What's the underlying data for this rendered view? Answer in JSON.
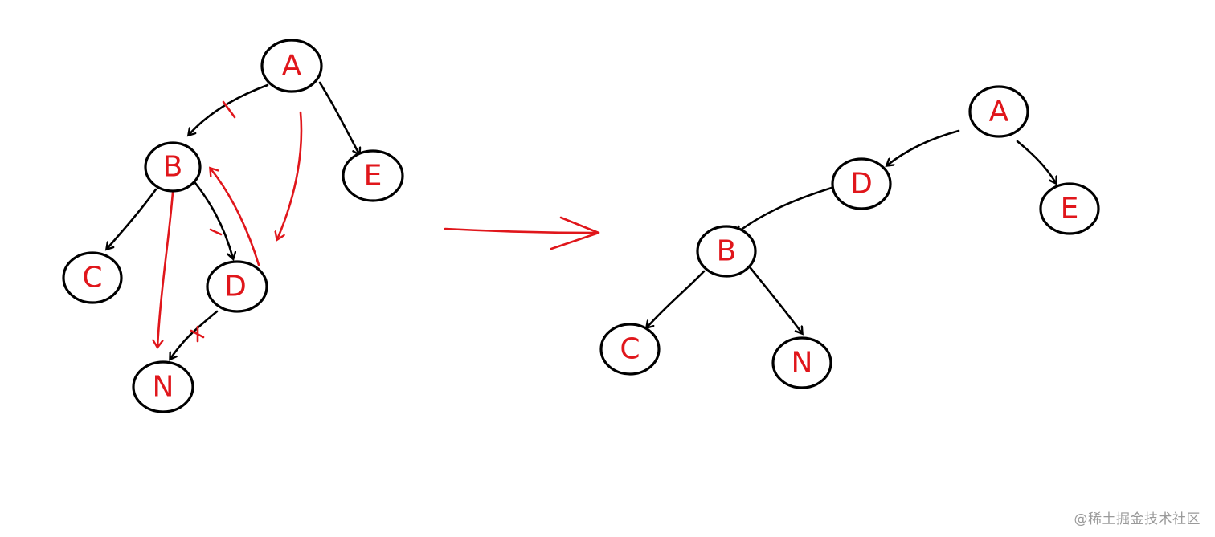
{
  "left_tree": {
    "nodes": [
      {
        "id": "A",
        "label": "A"
      },
      {
        "id": "B",
        "label": "B"
      },
      {
        "id": "E",
        "label": "E"
      },
      {
        "id": "C",
        "label": "C"
      },
      {
        "id": "D",
        "label": "D"
      },
      {
        "id": "N",
        "label": "N"
      }
    ],
    "edges": [
      {
        "from": "A",
        "to": "B",
        "crossed": true
      },
      {
        "from": "A",
        "to": "E",
        "crossed": false
      },
      {
        "from": "B",
        "to": "C",
        "crossed": false
      },
      {
        "from": "B",
        "to": "D",
        "crossed": true
      },
      {
        "from": "D",
        "to": "N",
        "crossed": true
      }
    ]
  },
  "right_tree": {
    "nodes": [
      {
        "id": "A",
        "label": "A"
      },
      {
        "id": "D",
        "label": "D"
      },
      {
        "id": "E",
        "label": "E"
      },
      {
        "id": "B",
        "label": "B"
      },
      {
        "id": "C",
        "label": "C"
      },
      {
        "id": "N",
        "label": "N"
      }
    ],
    "edges": [
      {
        "from": "A",
        "to": "D"
      },
      {
        "from": "A",
        "to": "E"
      },
      {
        "from": "D",
        "to": "B"
      },
      {
        "from": "B",
        "to": "C"
      },
      {
        "from": "B",
        "to": "N"
      }
    ]
  },
  "colors": {
    "node_outline": "#000000",
    "edge": "#000000",
    "annotation": "#e0161b",
    "watermark": "#9a9a9a"
  },
  "watermark": "@稀土掘金技术社区"
}
